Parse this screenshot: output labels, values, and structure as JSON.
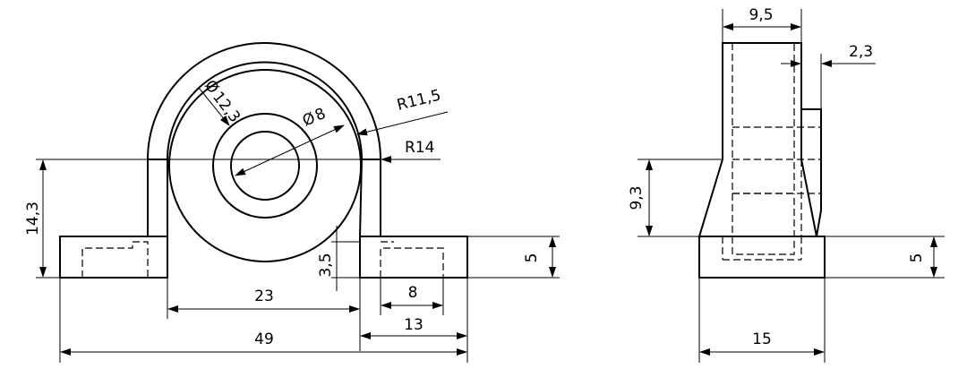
{
  "front_view": {
    "dim_r_outer": "R14",
    "dim_r_inner": "R11,5",
    "dim_bore_outer": "12,3",
    "dim_bore_inner": "8",
    "dim_height": "14,3",
    "dim_pocket": "3,5",
    "dim_base_h": "5",
    "dim_center_w": "23",
    "dim_slot_w": "8",
    "dim_foot_w": "13",
    "dim_total_w": "49"
  },
  "side_view": {
    "dim_top_w": "9,5",
    "dim_step": "2,3",
    "dim_taper_h": "9,3",
    "dim_base_h": "5",
    "dim_total_w": "15"
  }
}
